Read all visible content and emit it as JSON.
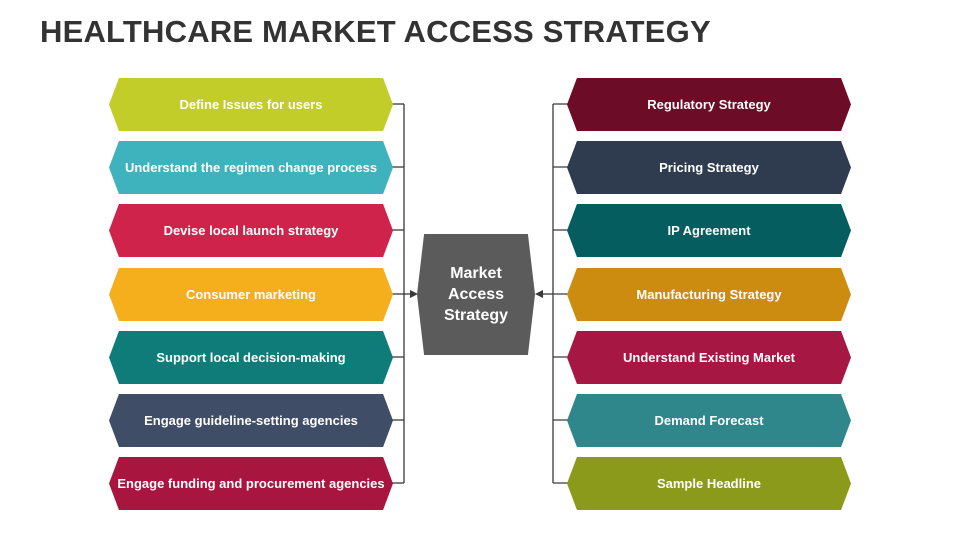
{
  "title": "HEALTHCARE MARKET ACCESS STRATEGY",
  "center": {
    "label": "Market Access Strategy",
    "color": "#5b5b5b"
  },
  "left_items": [
    {
      "label": "Define Issues for users",
      "color": "#c3cd2a"
    },
    {
      "label": "Understand the regimen change process",
      "color": "#3fb3bd"
    },
    {
      "label": "Devise local launch strategy",
      "color": "#d0234b"
    },
    {
      "label": "Consumer marketing",
      "color": "#f5ae1c"
    },
    {
      "label": "Support local decision-making",
      "color": "#0f7c7a"
    },
    {
      "label": "Engage guideline-setting agencies",
      "color": "#3f4d66"
    },
    {
      "label": "Engage funding and procurement agencies",
      "color": "#a8153e"
    }
  ],
  "right_items": [
    {
      "label": "Regulatory Strategy",
      "color": "#6d0c26"
    },
    {
      "label": "Pricing Strategy",
      "color": "#2f3c4f"
    },
    {
      "label": "IP Agreement",
      "color": "#055d5f"
    },
    {
      "label": "Manufacturing Strategy",
      "color": "#cc8c10"
    },
    {
      "label": "Understand Existing Market",
      "color": "#a61743"
    },
    {
      "label": "Demand Forecast",
      "color": "#2f878c"
    },
    {
      "label": "Sample Headline",
      "color": "#8b9a1a"
    }
  ]
}
